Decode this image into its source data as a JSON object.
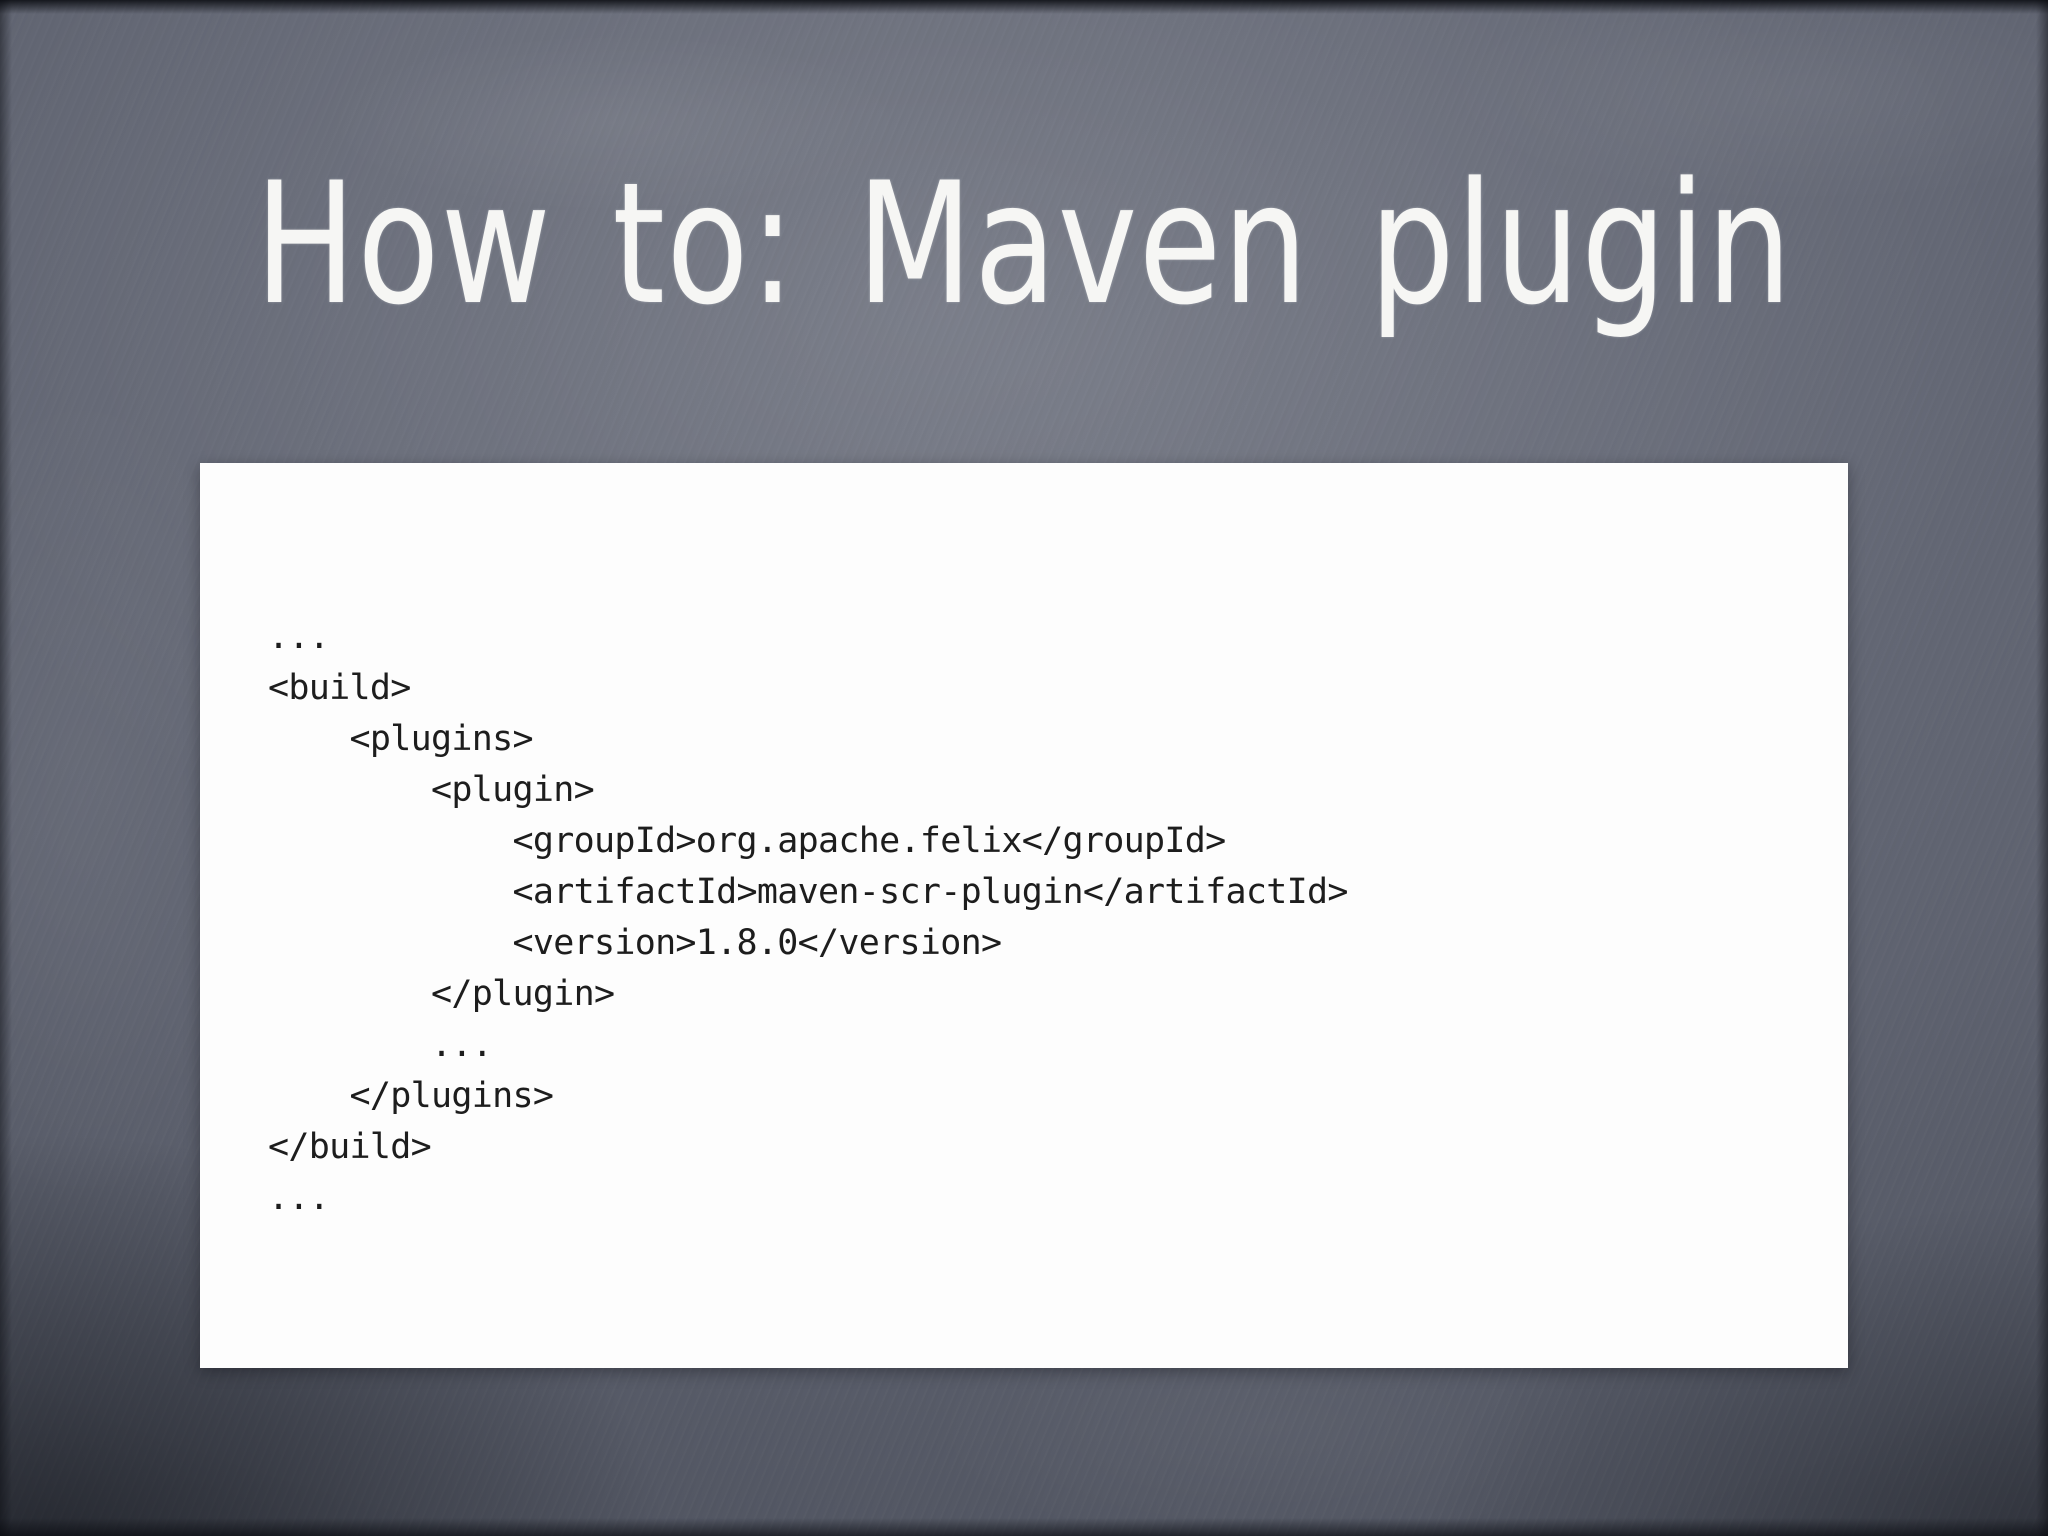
{
  "slide": {
    "title": "How to: Maven plugin",
    "code": {
      "language": "xml",
      "lines": [
        "...",
        "<build>",
        "    <plugins>",
        "        <plugin>",
        "            <groupId>org.apache.felix</groupId>",
        "            <artifactId>maven-scr-plugin</artifactId>",
        "            <version>1.8.0</version>",
        "        </plugin>",
        "        ...",
        "    </plugins>",
        "</build>",
        "..."
      ]
    },
    "colors": {
      "chalkboard_light": "#6d717e",
      "chalkboard_dark": "#2c2f39",
      "chalk_text": "#f6f6f4",
      "panel_background": "#fdfdfd",
      "code_text": "#1d1d1d"
    }
  }
}
